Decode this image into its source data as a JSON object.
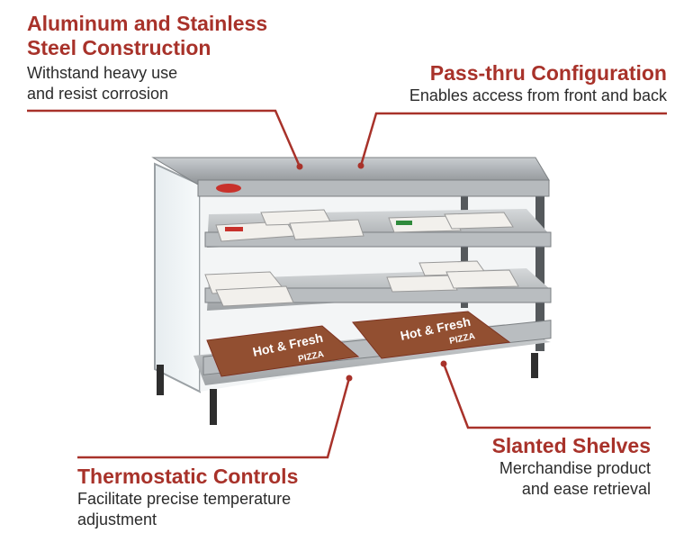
{
  "callouts": {
    "construction": {
      "title_line1": "Aluminum and Stainless",
      "title_line2": "Steel Construction",
      "desc_line1": "Withstand heavy use",
      "desc_line2": "and resist corrosion"
    },
    "passthru": {
      "title": "Pass-thru Configuration",
      "desc": "Enables access from front and back"
    },
    "thermostatic": {
      "title": "Thermostatic Controls",
      "desc_line1": "Facilitate precise temperature",
      "desc_line2": "adjustment"
    },
    "slanted": {
      "title": "Slanted Shelves",
      "desc_line1": "Merchandise product",
      "desc_line2": "and ease retrieval"
    }
  },
  "product": {
    "box_text_pizza": "PIZZA",
    "box_text_hot": "Hot & Fresh"
  },
  "colors": {
    "accent": "#a8322a",
    "text": "#2b2b2b",
    "steel": "#a9adb0",
    "box_red": "#c8312b",
    "box_green": "#2f8a3c"
  }
}
